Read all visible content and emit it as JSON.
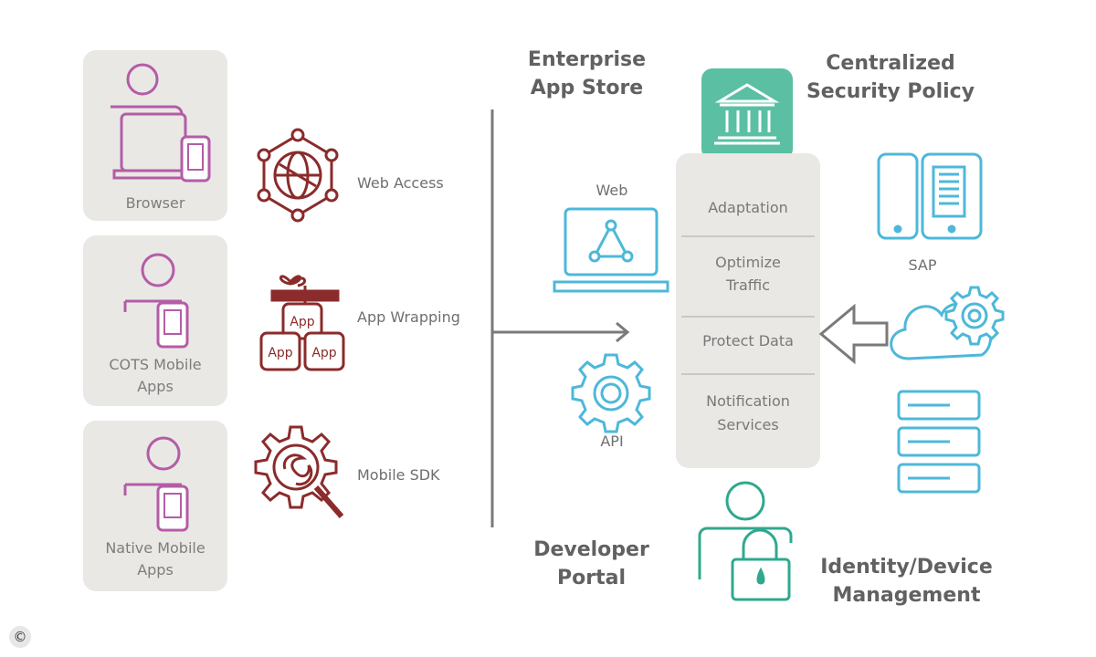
{
  "left_cards": [
    {
      "label_lines": [
        "Browser"
      ]
    },
    {
      "label_lines": [
        "COTS Mobile",
        "Apps"
      ]
    },
    {
      "label_lines": [
        "Native Mobile",
        "Apps"
      ]
    }
  ],
  "methods": [
    {
      "label": "Web Access"
    },
    {
      "label": "App Wrapping",
      "app_badge": "App"
    },
    {
      "label": "Mobile SDK"
    }
  ],
  "enterprise_app_store": [
    "Enterprise",
    "App Store"
  ],
  "developer_portal": [
    "Developer",
    "Portal"
  ],
  "web_label": "Web",
  "api_label": "API",
  "centralized_policy": [
    "Centralized",
    "Security Policy"
  ],
  "policy_items": [
    [
      "Adaptation"
    ],
    [
      "Optimize",
      "Traffic"
    ],
    [
      "Protect Data"
    ],
    [
      "Notification",
      "Services"
    ]
  ],
  "sap_label": "SAP",
  "identity": [
    "Identity/Device",
    "Management"
  ],
  "copyright_symbol": "©",
  "colors": {
    "purple": "#b45ca6",
    "maroon": "#8b2b2b",
    "teal_dark": "#2fa88e",
    "teal_fill": "#5bbfa3",
    "blue": "#4db8d9",
    "gray_line": "#7a7a7a",
    "card_bg": "#e9e8e5"
  }
}
